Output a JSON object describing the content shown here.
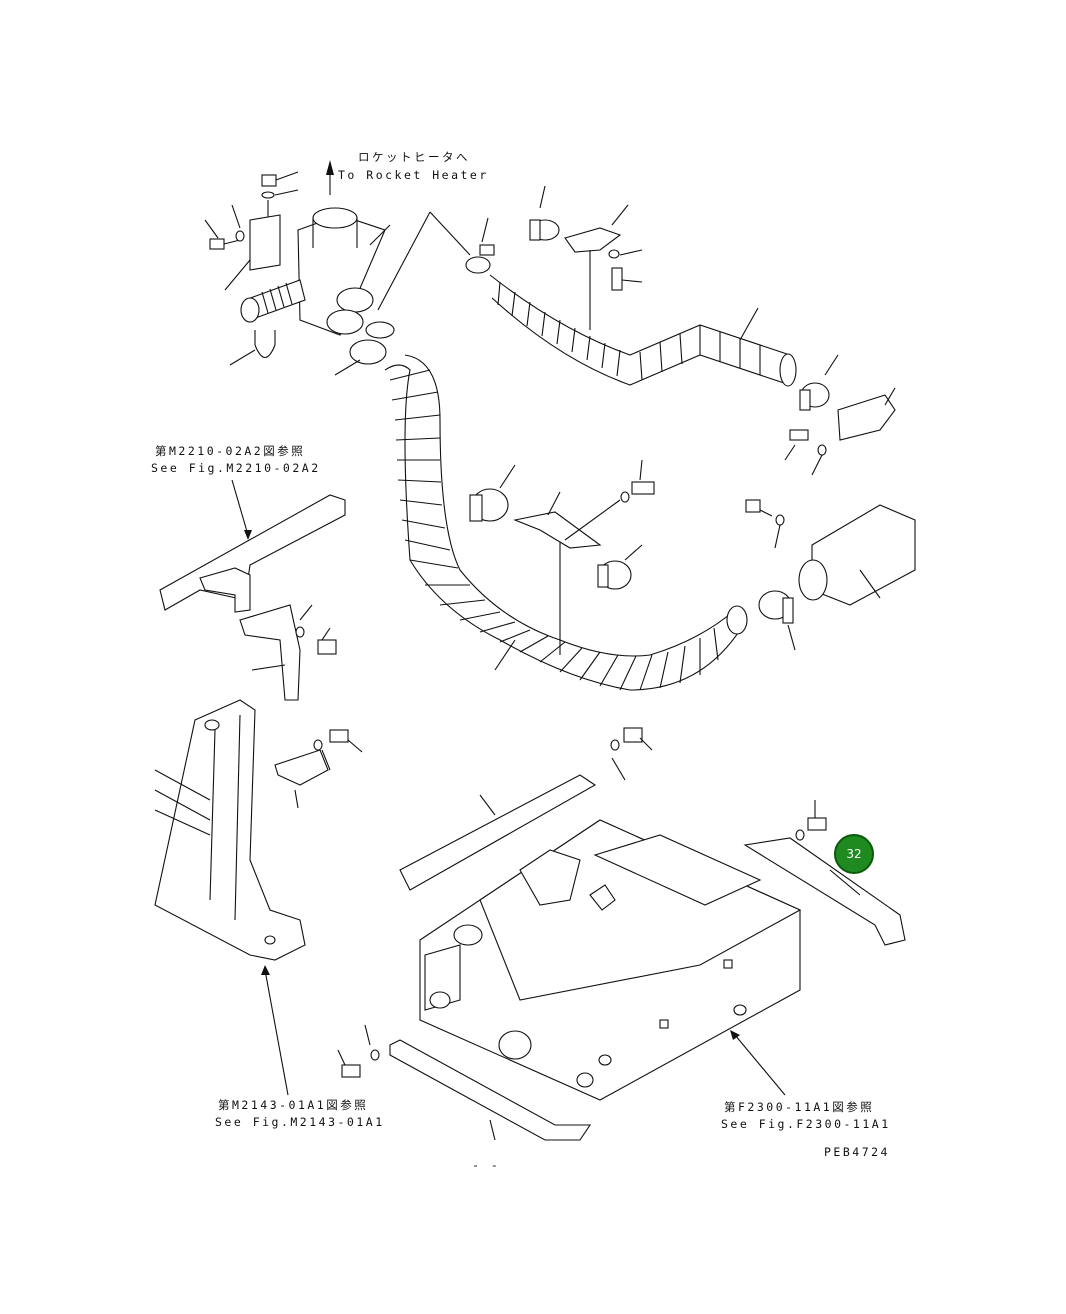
{
  "labels": {
    "rocket_jp": "ロケットヒータへ",
    "rocket_en": "To Rocket Heater",
    "ref1_jp": "第M2210-02A2図参照",
    "ref1_en": "See Fig.M2210-02A2",
    "ref2_jp": "第M2143-01A1図参照",
    "ref2_en": "See Fig.M2143-01A1",
    "ref3_jp": "第F2300-11A1図参照",
    "ref3_en": "See Fig.F2300-11A1",
    "drawing_code": "PEB4724",
    "page_mark": "- -"
  },
  "callout": {
    "number": "32",
    "color": "#1f8a1f"
  }
}
